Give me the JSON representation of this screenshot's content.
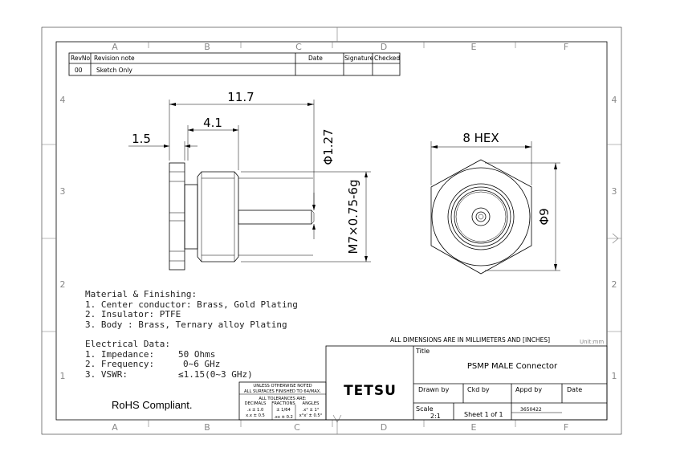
{
  "zone_columns": [
    "A",
    "B",
    "C",
    "D",
    "E",
    "F"
  ],
  "zone_rows": [
    "4",
    "3",
    "2",
    "1"
  ],
  "revision_table": {
    "headers": {
      "rev": "RevNo",
      "note": "Revision note",
      "date": "Date",
      "signature": "Signature",
      "checked": "Checked"
    },
    "rows": [
      {
        "rev": "00",
        "note": "Sketch Only",
        "date": "",
        "signature": "",
        "checked": ""
      }
    ]
  },
  "side_view": {
    "dim_overall": "11.7",
    "dim_thread_length": "4.1",
    "dim_flange": "1.5",
    "dim_pin": "Φ1.27",
    "dim_thread": "M7×0.75-6g"
  },
  "front_view": {
    "dim_hex": "8 HEX",
    "dim_dia": "Φ9"
  },
  "material": {
    "title": "Material & Finishing:",
    "items": [
      "1. Center conductor: Brass, Gold Plating",
      "2. Insulator: PTFE",
      "3. Body : Brass, Ternary alloy Plating"
    ]
  },
  "electrical": {
    "title": "Electrical Data:",
    "items": [
      {
        "label": "1. Impedance:",
        "value": "50 Ohms"
      },
      {
        "label": "2. Frequency:",
        "value": "0~6 GHz"
      },
      {
        "label": "3. VSWR:",
        "value": "≤1.15(0~3 GHz)"
      }
    ]
  },
  "rohs": "RoHS Compliant.",
  "dimensions_note": "ALL DIMENSIONS ARE IN MILLIMETERS AND [INCHES]",
  "unit_note": "Unit:mm",
  "tolerance": {
    "line1": "UNLESS OTHERWISE NOTED",
    "line2": "ALL SURFACES FINISHED TO 64/MAX.",
    "line3": "ALL TOLERANCES ARE:",
    "decimals_h": "DECIMALS",
    "fractions_h": "FRACTIONS",
    "angles_h": "ANGLES",
    "d1": ".x ± 1.0",
    "d2": "x.x ± 0.5",
    "d3": ".xx ± 0.2",
    "f1": "± 1/64",
    "a1": ".x° ± 1°",
    "a2": "x°x' ± 0.5°"
  },
  "title_block": {
    "company": "TETSU",
    "title_label": "Title",
    "title": "PSMP MALE Connector",
    "drawn_by_label": "Drawn by",
    "ckd_by_label": "Ckd by",
    "appd_by_label": "Appd by",
    "date_label": "Date",
    "drawing_no": "3650422",
    "scale_label": "Scale",
    "scale": "2:1",
    "sheet": "Sheet 1 of 1"
  }
}
